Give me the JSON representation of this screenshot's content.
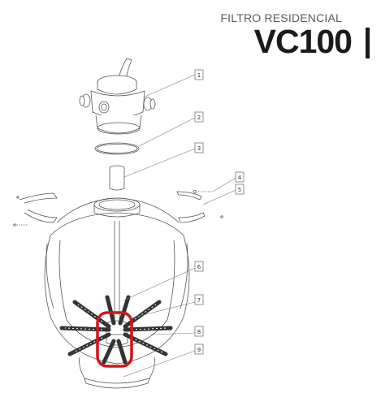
{
  "header": {
    "subtitle": "FILTRO RESIDENCIAL",
    "model": "VC100"
  },
  "callouts": [
    {
      "id": "1",
      "label": "1"
    },
    {
      "id": "2",
      "label": "2"
    },
    {
      "id": "3",
      "label": "3"
    },
    {
      "id": "4",
      "label": "4"
    },
    {
      "id": "5",
      "label": "5"
    },
    {
      "id": "6",
      "label": "6"
    },
    {
      "id": "7",
      "label": "7"
    },
    {
      "id": "8",
      "label": "8"
    },
    {
      "id": "9",
      "label": "9"
    }
  ],
  "colors": {
    "line": "#555555",
    "highlight": "#d4141b",
    "pipe_dark": "#333333"
  }
}
